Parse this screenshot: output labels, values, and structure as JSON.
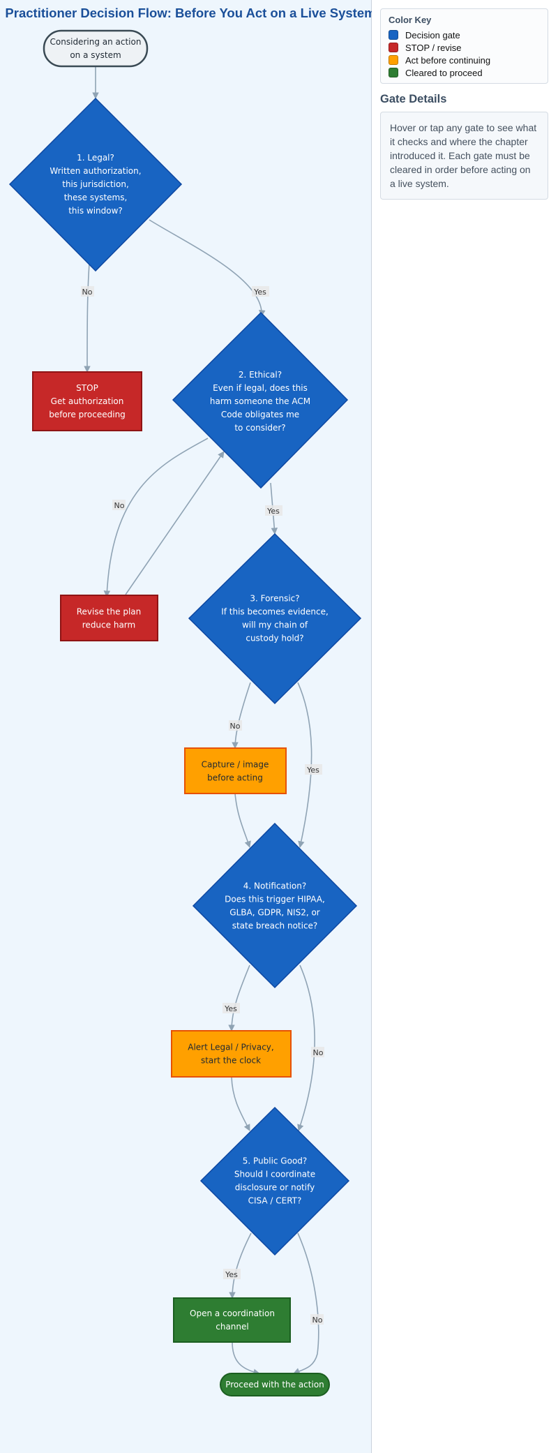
{
  "title": "Practitioner Decision Flow: Before You Act on a Live System",
  "colors": {
    "gate": "#1864c2",
    "stop": "#c62828",
    "act": "#ffa000",
    "clear": "#2e7d32",
    "start": "#eef2f5"
  },
  "nodes": {
    "start": [
      "Considering an action",
      "on a system"
    ],
    "gate1": [
      "1. Legal?",
      "Written authorization,",
      "this jurisdiction,",
      "these systems,",
      "this window?"
    ],
    "stop": [
      "STOP",
      "Get authorization",
      "before proceeding"
    ],
    "gate2": [
      "2. Ethical?",
      "Even if legal, does this",
      "harm someone the ACM",
      "Code obligates me",
      "to consider?"
    ],
    "revise": [
      "Revise the plan",
      "reduce harm"
    ],
    "gate3": [
      "3. Forensic?",
      "If this becomes evidence,",
      "will my chain of",
      "custody hold?"
    ],
    "capture": [
      "Capture / image",
      "before acting"
    ],
    "gate4": [
      "4. Notification?",
      "Does this trigger HIPAA,",
      "GLBA, GDPR, NIS2, or",
      "state breach notice?"
    ],
    "alert": [
      "Alert Legal / Privacy,",
      "start the clock"
    ],
    "gate5": [
      "5. Public Good?",
      "Should I coordinate",
      "disclosure or notify",
      "CISA / CERT?"
    ],
    "coord": [
      "Open a coordination",
      "channel"
    ],
    "proceed": [
      "Proceed with the action"
    ]
  },
  "edge_labels": {
    "g1_no": "No",
    "g1_yes": "Yes",
    "g2_no": "No",
    "g2_yes": "Yes",
    "g3_no": "No",
    "g3_yes": "Yes",
    "g4_yes": "Yes",
    "g4_no": "No",
    "g5_yes": "Yes",
    "g5_no": "No"
  },
  "legend": {
    "title": "Color Key",
    "items": [
      {
        "label": "Decision gate",
        "color": "#1864c2"
      },
      {
        "label": "STOP / revise",
        "color": "#c62828"
      },
      {
        "label": "Act before continuing",
        "color": "#ffa000"
      },
      {
        "label": "Cleared to proceed",
        "color": "#2e7d32"
      }
    ]
  },
  "details": {
    "heading": "Gate Details",
    "text": "Hover or tap any gate to see what it checks and where the chapter introduced it. Each gate must be cleared in order before acting on a live system."
  }
}
